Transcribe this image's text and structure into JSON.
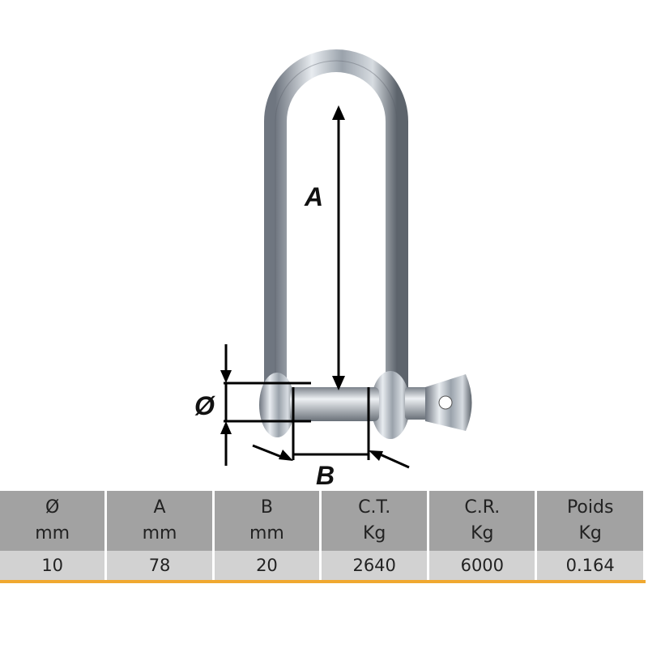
{
  "diagram": {
    "labels": {
      "a": "A",
      "b": "B",
      "diameter": "Ø"
    }
  },
  "table": {
    "headers": [
      {
        "symbol": "Ø",
        "unit": "mm"
      },
      {
        "symbol": "A",
        "unit": "mm"
      },
      {
        "symbol": "B",
        "unit": "mm"
      },
      {
        "symbol": "C.T.",
        "unit": "Kg"
      },
      {
        "symbol": "C.R.",
        "unit": "Kg"
      },
      {
        "symbol": "Poids",
        "unit": "Kg"
      }
    ],
    "rows": [
      [
        "10",
        "78",
        "20",
        "2640",
        "6000",
        "0.164"
      ]
    ]
  },
  "colors": {
    "header_bg": "#a2a2a2",
    "row_bg": "#d2d2d2",
    "accent": "#f0a830"
  }
}
